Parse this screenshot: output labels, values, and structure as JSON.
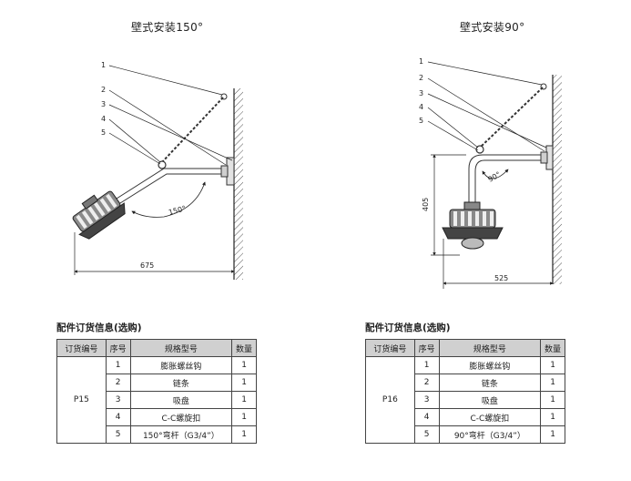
{
  "panels": [
    {
      "title": "壁式安装150°",
      "callouts": [
        "1",
        "2",
        "3",
        "4",
        "5"
      ],
      "angle_label": "150°",
      "width_dim": "675",
      "table_title": "配件订货信息(选购)",
      "headers": [
        "订货编号",
        "序号",
        "规格型号",
        "数量"
      ],
      "order_no": "P15",
      "rows": [
        {
          "seq": "1",
          "spec": "膨胀螺丝钩",
          "qty": "1"
        },
        {
          "seq": "2",
          "spec": "链条",
          "qty": "1"
        },
        {
          "seq": "3",
          "spec": "吸盘",
          "qty": "1"
        },
        {
          "seq": "4",
          "spec": "C-C螺旋扣",
          "qty": "1"
        },
        {
          "seq": "5",
          "spec": "150°弯杆（G3/4”）",
          "qty": "1"
        }
      ]
    },
    {
      "title": "壁式安装90°",
      "callouts": [
        "1",
        "2",
        "3",
        "4",
        "5"
      ],
      "angle_label": "90°",
      "width_dim": "525",
      "height_dim": "405",
      "table_title": "配件订货信息(选购)",
      "headers": [
        "订货编号",
        "序号",
        "规格型号",
        "数量"
      ],
      "order_no": "P16",
      "rows": [
        {
          "seq": "1",
          "spec": "膨胀螺丝钩",
          "qty": "1"
        },
        {
          "seq": "2",
          "spec": "链条",
          "qty": "1"
        },
        {
          "seq": "3",
          "spec": "吸盘",
          "qty": "1"
        },
        {
          "seq": "4",
          "spec": "C-C螺旋扣",
          "qty": "1"
        },
        {
          "seq": "5",
          "spec": "90°弯杆（G3/4”）",
          "qty": "1"
        }
      ]
    }
  ]
}
